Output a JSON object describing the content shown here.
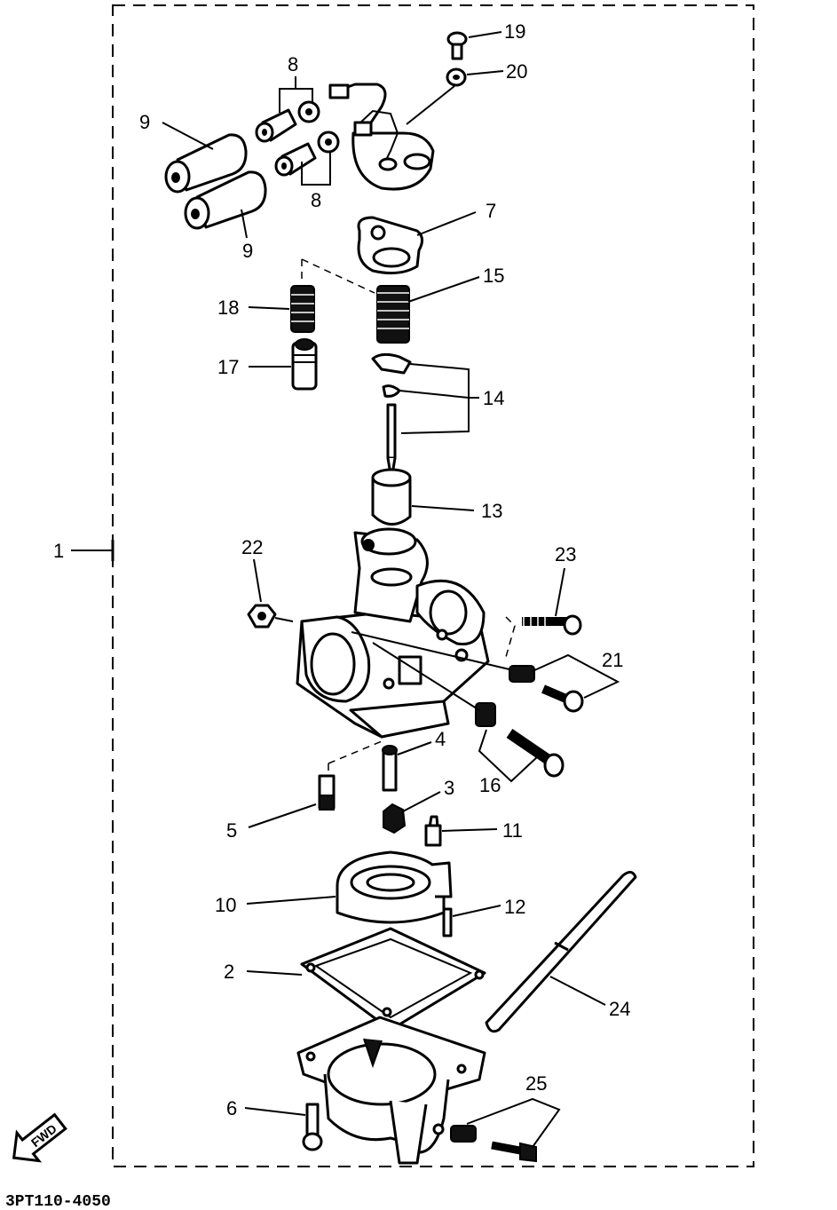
{
  "diagram_code": "3PT110-4050",
  "fwd_label": "FWD",
  "callouts": {
    "c1": "1",
    "c2": "2",
    "c3": "3",
    "c4": "4",
    "c5": "5",
    "c6": "6",
    "c7": "7",
    "c8a": "8",
    "c8b": "8",
    "c9a": "9",
    "c9b": "9",
    "c10": "10",
    "c11": "11",
    "c12": "12",
    "c13": "13",
    "c14": "14",
    "c15": "15",
    "c16": "16",
    "c17": "17",
    "c18": "18",
    "c19": "19",
    "c20": "20",
    "c21": "21",
    "c22": "22",
    "c23": "23",
    "c24": "24",
    "c25": "25"
  }
}
